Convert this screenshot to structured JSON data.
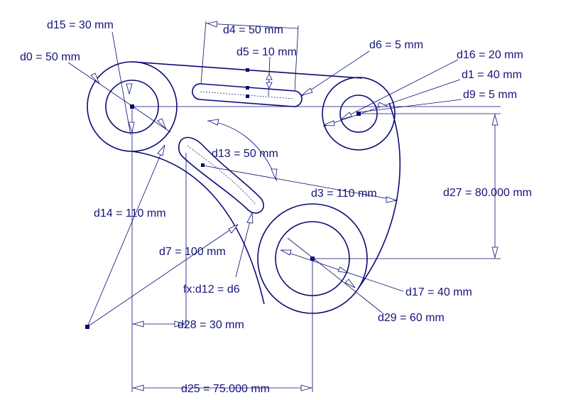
{
  "dimensions": {
    "d15": "d15 = 30 mm",
    "d4": "d4 = 50 mm",
    "d5": "d5 = 10 mm",
    "d0": "d0 = 50 mm",
    "d6": "d6 = 5 mm",
    "d16": "d16 = 20 mm",
    "d1": "d1 = 40 mm",
    "d9": "d9 = 5 mm",
    "d13": "d13 = 50 mm",
    "d3": "d3 = 110 mm",
    "d27": "d27 = 80.000 mm",
    "d14": "d14 = 110 mm",
    "d7": "d7 = 100 mm",
    "d12": "fx:d12 = d6",
    "d17": "d17 = 40 mm",
    "d29": "d29 = 60 mm",
    "d28": "d28 = 30 mm",
    "d25": "d25 = 75.000 mm"
  },
  "colors": {
    "geometry": "#0b0b74",
    "text": "#14147a",
    "background": "#ffffff"
  }
}
